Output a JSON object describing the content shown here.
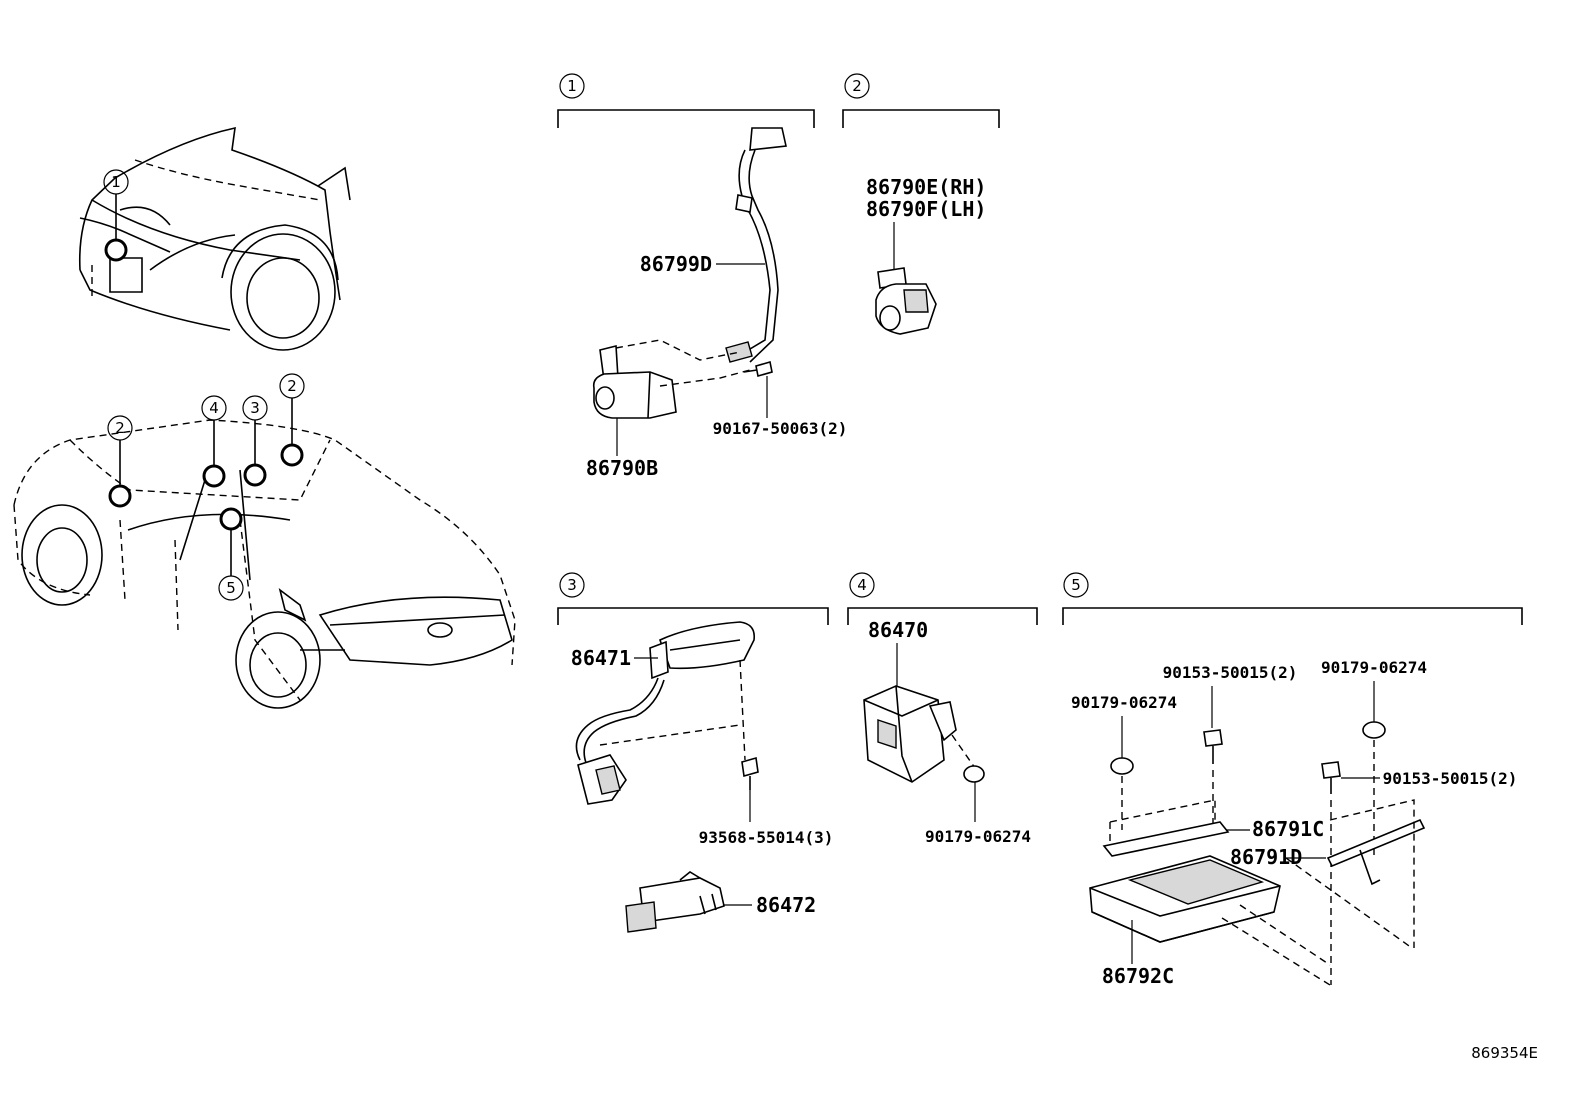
{
  "diagram_code": "869354E",
  "callouts": {
    "front": [
      "1"
    ],
    "rear": [
      "2",
      "4",
      "3",
      "2",
      "5"
    ]
  },
  "sections": [
    {
      "number": "1",
      "parts": [
        "86799D",
        "86790B",
        "90167-50063(2)"
      ]
    },
    {
      "number": "2",
      "parts": [
        "86790E(RH)",
        "86790F(LH)"
      ]
    },
    {
      "number": "3",
      "parts": [
        "86471",
        "93568-55014(3)",
        "86472"
      ]
    },
    {
      "number": "4",
      "parts": [
        "86470",
        "90179-06274"
      ]
    },
    {
      "number": "5",
      "parts": [
        "90153-50015(2)",
        "90179-06274",
        "90179-06274",
        "90153-50015(2)",
        "86791C",
        "86791D",
        "86792C"
      ]
    }
  ]
}
